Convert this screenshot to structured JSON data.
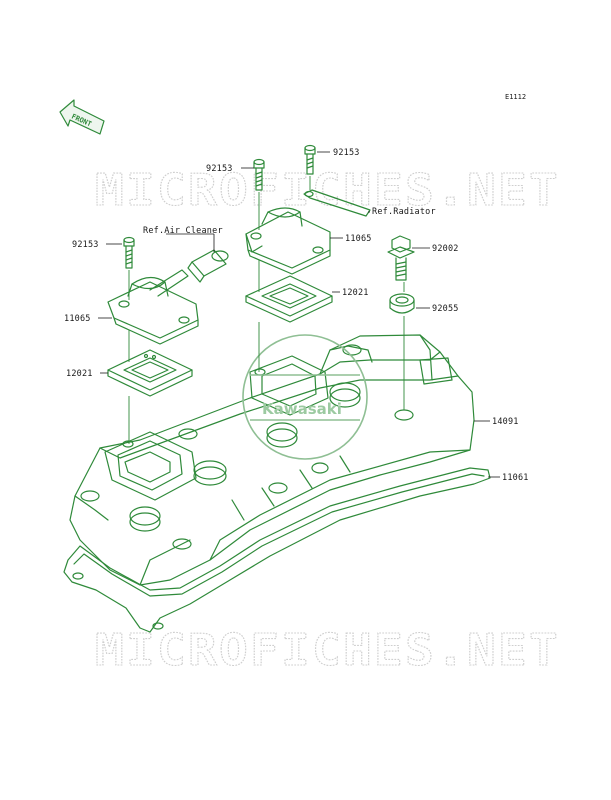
{
  "diagram_code": "E1112",
  "front_label": "FRONT",
  "watermark": "MICROFICHES.NET",
  "seal_text": "Kawasaki",
  "callouts": {
    "bolt_top_right": "92153",
    "bolt_top_mid": "92153",
    "bolt_left": "92153",
    "ref_radiator": "Ref.Radiator",
    "ref_air_cleaner": "Ref.Air Cleaner",
    "cover_right": "11065",
    "cover_left": "11065",
    "bolt_92002": "92002",
    "reed_right": "12021",
    "reed_left": "12021",
    "grommet": "92055",
    "head_cover": "14091",
    "gasket": "11061"
  },
  "colors": {
    "part_line": "#2f8a3a",
    "text": "#1a1a1a",
    "watermark": "#cfcfcf"
  }
}
